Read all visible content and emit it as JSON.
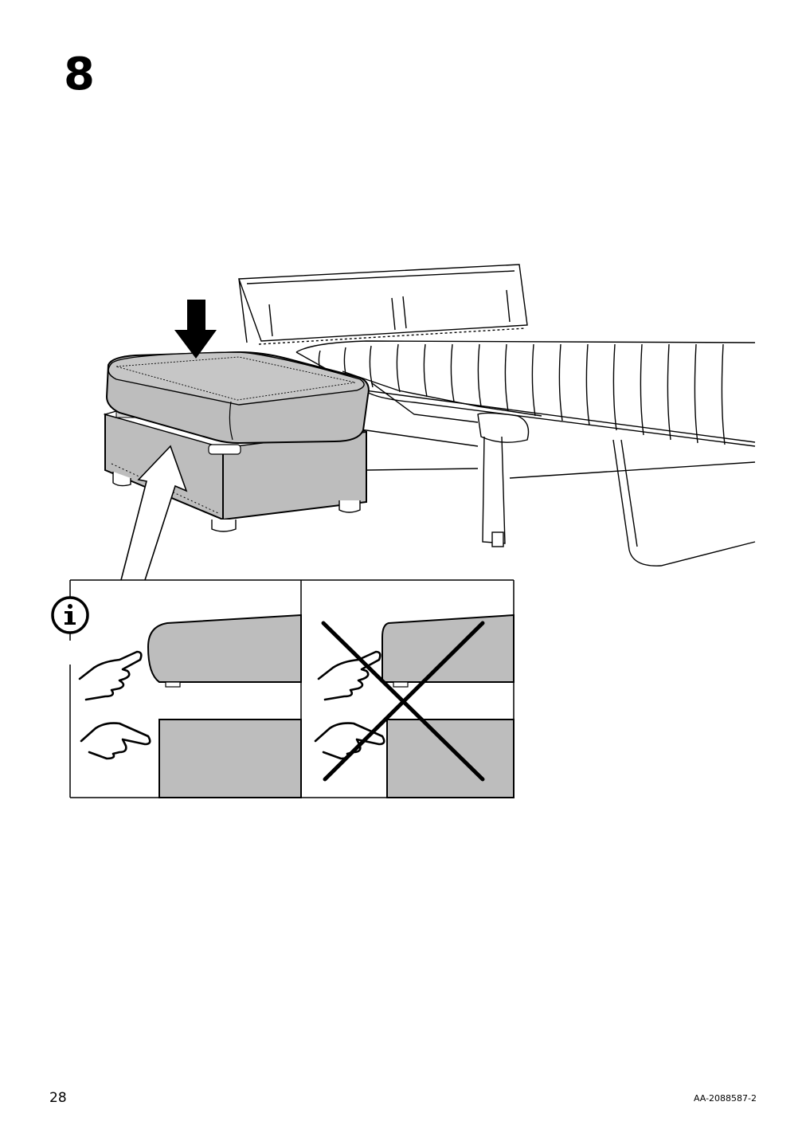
{
  "step": {
    "number": "8"
  },
  "footer": {
    "page_number": "28",
    "document_code": "AA-2088587-2"
  },
  "icons": [
    "down-arrow-icon",
    "info-icon",
    "pointing-hand-icon",
    "cross-mark-icon"
  ],
  "colors": {
    "fabric_gray": "#bdbdbd",
    "line": "#000000",
    "background": "#ffffff"
  }
}
